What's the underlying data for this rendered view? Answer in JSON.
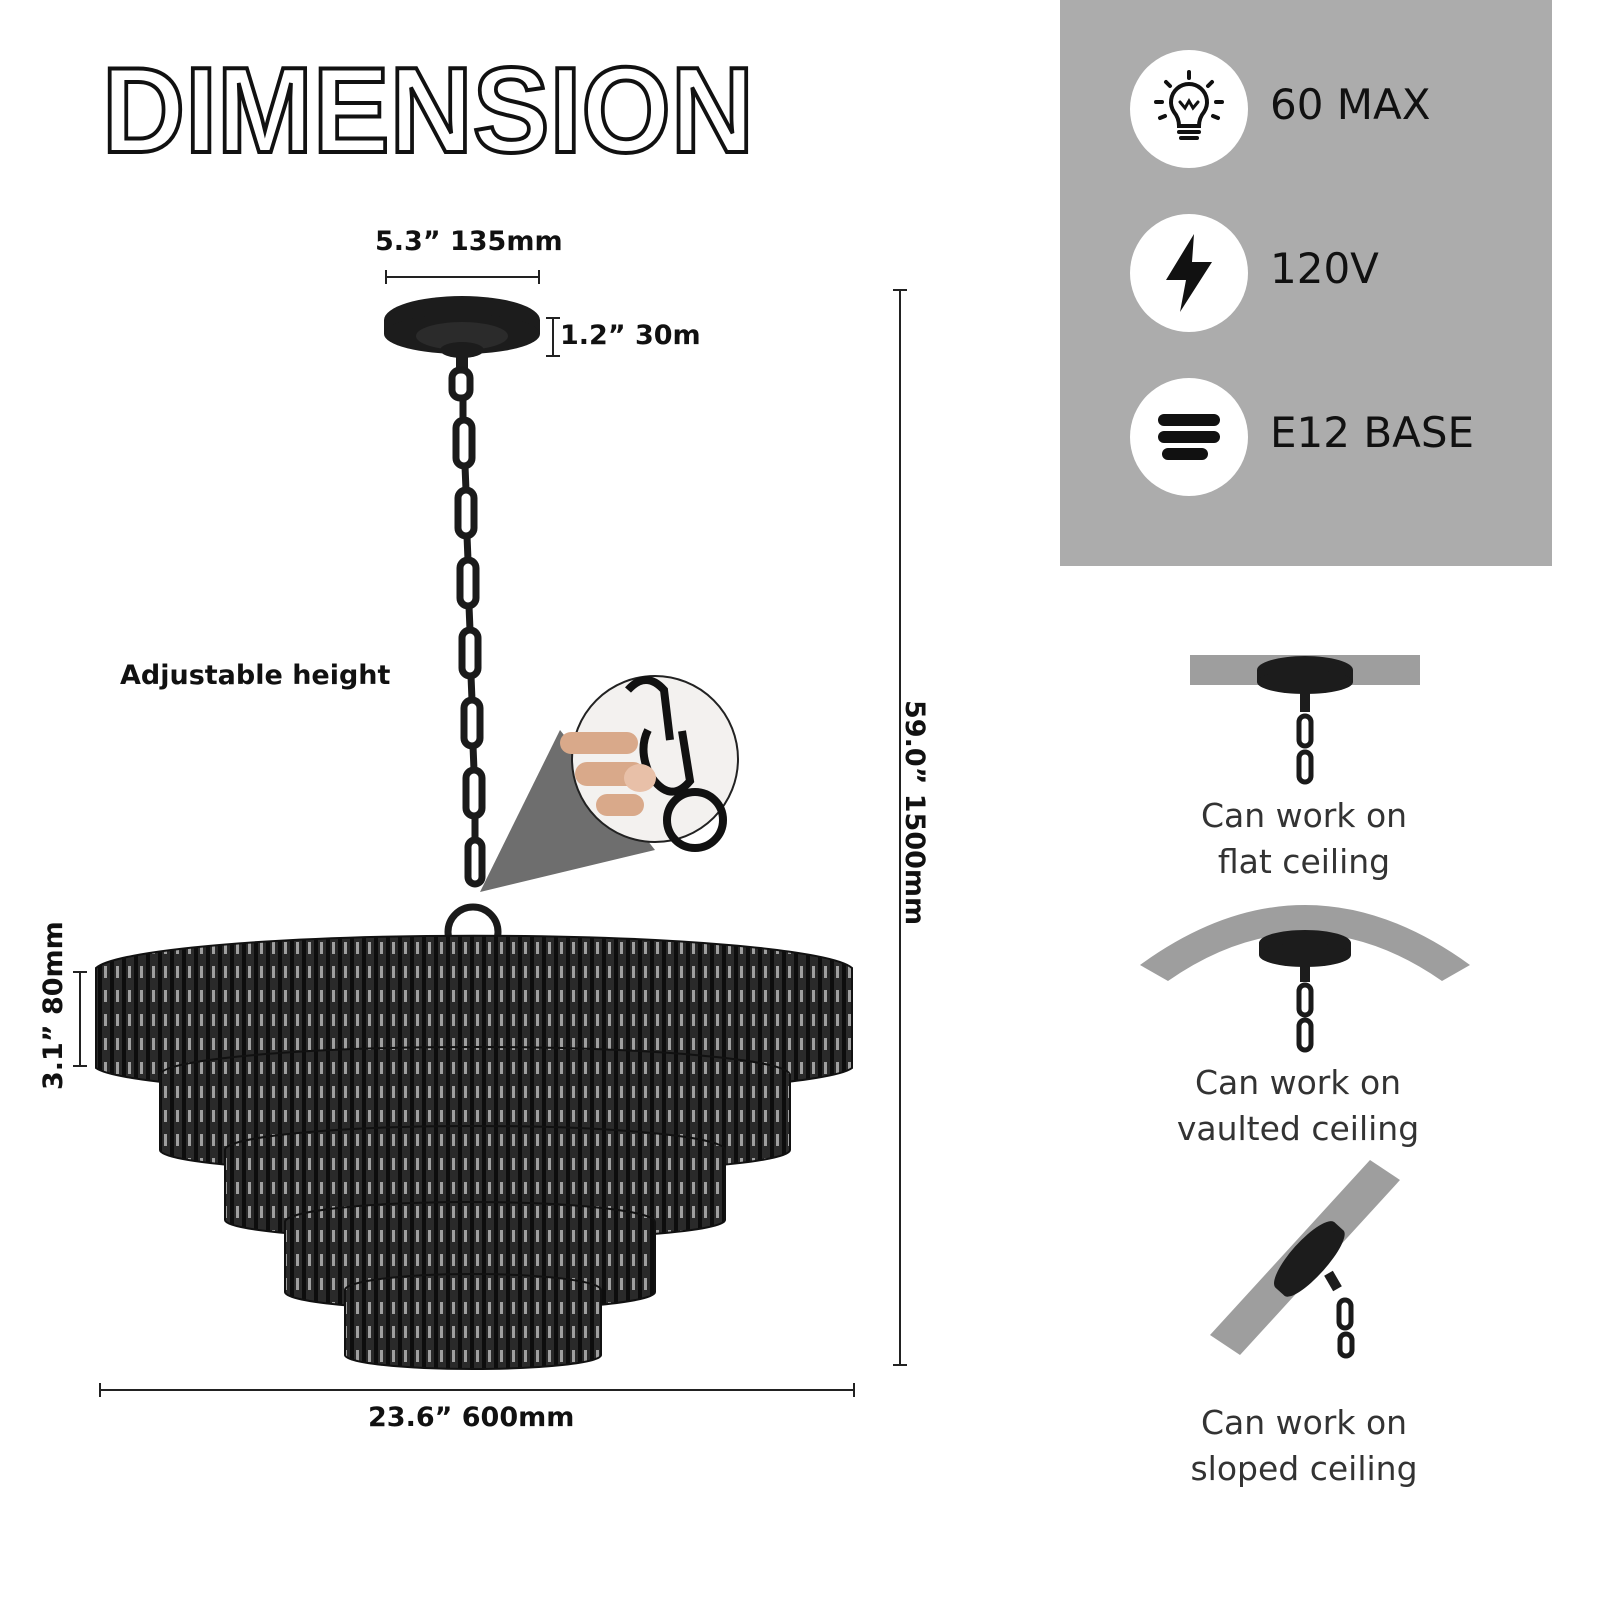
{
  "title": "DIMENSION",
  "dimensions": {
    "canopy_width": "5.3” 135mm",
    "canopy_height": "1.2” 30m",
    "total_height": "59.0” 1500mm",
    "tier_height": "3.1” 80mm",
    "overall_width": "23.6” 600mm"
  },
  "adjustable_label": "Adjustable height",
  "specs": [
    {
      "icon": "light-bulb-icon",
      "text": "60 MAX"
    },
    {
      "icon": "lightning-bolt-icon",
      "text": "120V"
    },
    {
      "icon": "bulb-base-icon",
      "text": "E12 BASE"
    }
  ],
  "ceilings": [
    {
      "type": "flat",
      "line1": "Can work on",
      "line2": "flat ceiling"
    },
    {
      "type": "vaulted",
      "line1": "Can work on",
      "line2": "vaulted ceiling"
    },
    {
      "type": "sloped",
      "line1": "Can work on",
      "line2": "sloped ceiling"
    }
  ],
  "colors": {
    "panel": "#acacac",
    "fixture": "#1a1a1a",
    "ceiling_gray": "#9e9e9e"
  }
}
